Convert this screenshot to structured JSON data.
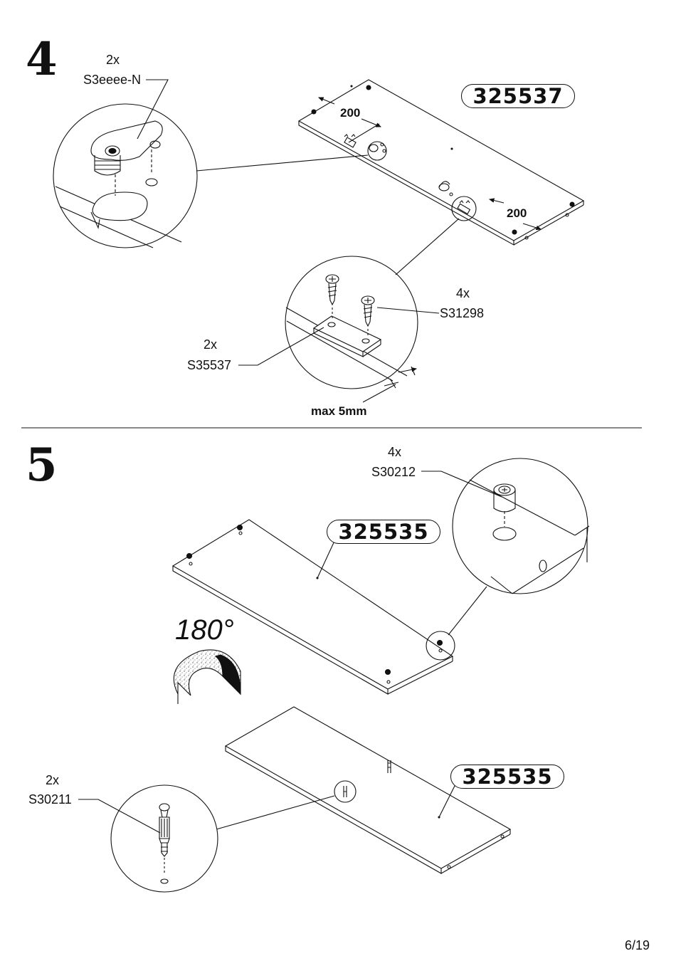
{
  "page": {
    "number": "6/19"
  },
  "step4": {
    "number": "4",
    "panel_id": "325537",
    "dimension_left": "200",
    "dimension_right": "200",
    "connector": {
      "qty": "2x",
      "code": "S3eeee-N"
    },
    "screw": {
      "qty": "4x",
      "code": "S31298"
    },
    "plate": {
      "qty": "2x",
      "code": "S35537"
    },
    "tolerance": "max 5mm"
  },
  "step5": {
    "number": "5",
    "panel_top_id": "325535",
    "panel_bottom_id": "325535",
    "cam_fitting": {
      "qty": "4x",
      "code": "S30212"
    },
    "rotation": "180°",
    "bolt": {
      "qty": "2x",
      "code": "S30211"
    }
  }
}
